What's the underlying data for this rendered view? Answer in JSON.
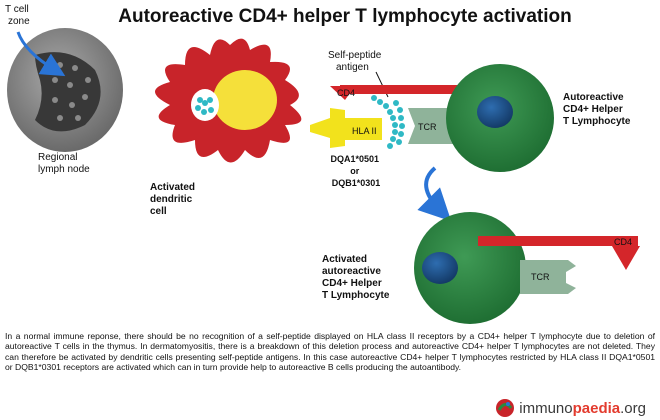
{
  "title": "Autoreactive CD4+ helper T lymphocyte activation",
  "labels": {
    "t_cell_zone": [
      "T cell",
      "zone"
    ],
    "lymph_node": [
      "Regional",
      "lymph node"
    ],
    "activated_dc": [
      "Activated",
      "dendritic",
      "cell"
    ],
    "self_peptide": [
      "Self-peptide",
      "antigen"
    ],
    "cd4": "CD4",
    "hla": "HLA II",
    "tcr": "TCR",
    "alleles": [
      "DQA1*0501",
      "or",
      "DQB1*0301"
    ],
    "helper_t": [
      "Autoreactive",
      "CD4+ Helper",
      "T Lymphocyte"
    ],
    "activated_t": [
      "Activated",
      "autoreactive",
      "CD4+ Helper",
      "T Lymphocyte"
    ],
    "cd4_bottom": "CD4",
    "tcr_bottom": "TCR"
  },
  "caption": "In a normal immune reponse, there should be no recognition of a self-peptide displayed on HLA class II receptors by a CD4+ helper T lymphocyte due to deletion of autoreactive T cells in the thymus. In dermatomyositis, there is a breakdown of this deletion process and autoreactive CD4+ helper T lymphocytes are not deleted. They can therefore be activated by dendritic cells presenting self-peptide antigens. In this case autoreactive CD4+ helper T lymphocytes restricted by HLA class II DQA1*0501 or DQB1*0301 receptors are activated which can in turn provide help to autoreactive B cells producing the autoantibody.",
  "logo": {
    "part1": "immuno",
    "part2": "paedia",
    "part3": ".org"
  },
  "colors": {
    "dendritic_cell": "#c8242a",
    "nucleus_yellow": "#f5e03a",
    "t_cell": "#2f8a43",
    "t_nucleus": "#1c4f86",
    "cd4_red": "#d4262a",
    "hla_yellow": "#f2e21c",
    "tcr_green": "#8fb39a",
    "peptide_cyan": "#2fb9c5",
    "lymph_node": "#555555",
    "arrow_blue": "#2a74d6"
  }
}
